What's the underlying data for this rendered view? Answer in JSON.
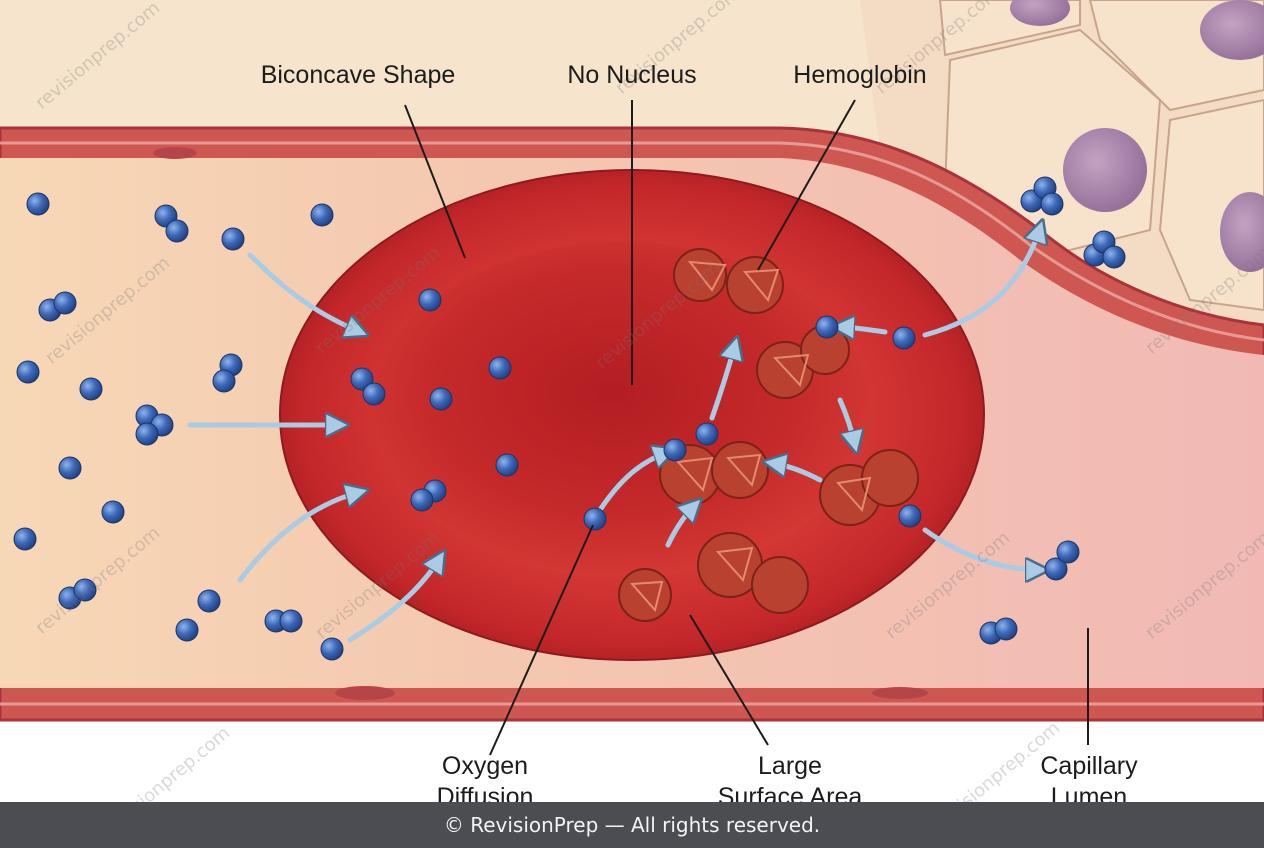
{
  "labels": {
    "biconcave_shape": "Biconcave Shape",
    "no_nucleus": "No Nucleus",
    "hemoglobin": "Hemoglobin",
    "oxygen_diffusion_1": "Oxygen",
    "oxygen_diffusion_2": "Diffusion",
    "large_surface_area_1": "Large",
    "large_surface_area_2": "Surface Area",
    "capillary_lumen_1": "Capillary",
    "capillary_lumen_2": "Lumen"
  },
  "watermark": "revisionprep.com",
  "footer": "© RevisionPrep — All rights reserved.",
  "colors": {
    "oxygen": "#3d68b8",
    "rbc": "#c8292b",
    "hemoglobin": "#b53a2e",
    "arrow": "#a9cbe4",
    "vessel_wall": "#c84a4a",
    "tissue": "#f6dfc9"
  }
}
